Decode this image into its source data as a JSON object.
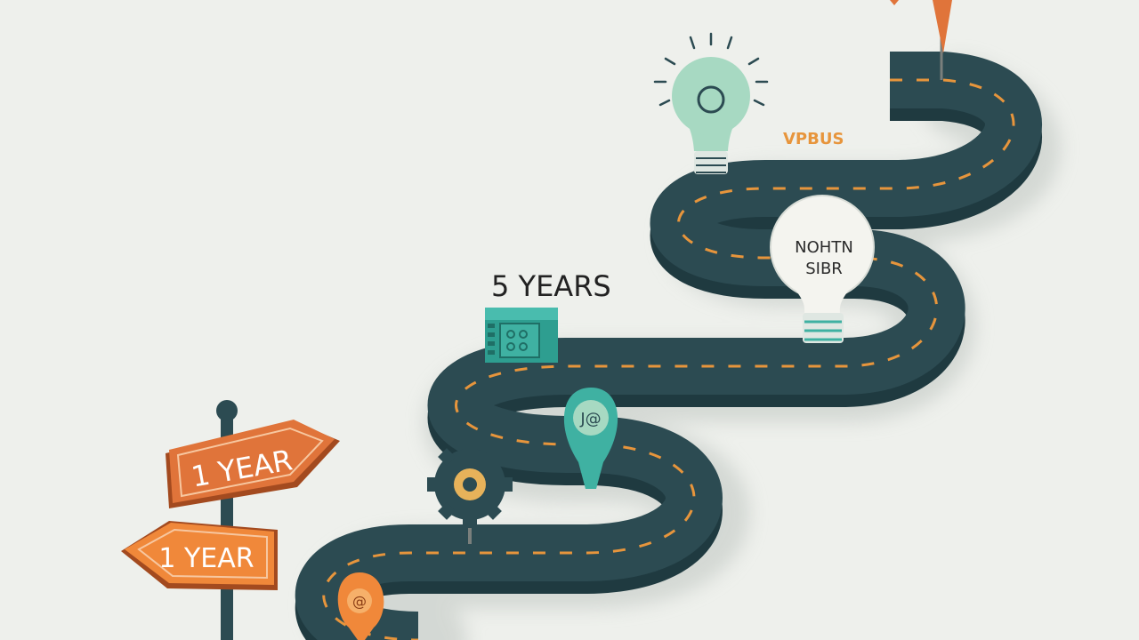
{
  "signpost": {
    "upper_sign": "1 YEAR",
    "lower_sign": "1 YEAR"
  },
  "road": {
    "label_5_years": "5 YEARS",
    "label_top_segment": "VPBUS"
  },
  "bulbs": {
    "white_bulb_text_line1": "NOHTN",
    "white_bulb_text_line2": "SIBR",
    "teal_pin_text": "J@",
    "orange_pin_text": "@"
  },
  "icons": {
    "gear": "gear-icon",
    "top_bulb": "lightbulb-icon",
    "white_bulb": "lightbulb-icon",
    "teal_pin": "map-pin-icon",
    "orange_pin": "map-pin-icon",
    "calendar_block": "calendar-icon",
    "flag": "flag-icon"
  },
  "colors": {
    "background": "#eef0ec",
    "road": "#2c4b52",
    "road_edge": "#1f3a40",
    "road_dash": "#e7953c",
    "sign_orange": "#e0743a",
    "sign_orange_light": "#f0883a",
    "teal": "#3fb1a2",
    "bulb_green": "#a7d9c2",
    "bulb_white": "#f4f4ef"
  }
}
